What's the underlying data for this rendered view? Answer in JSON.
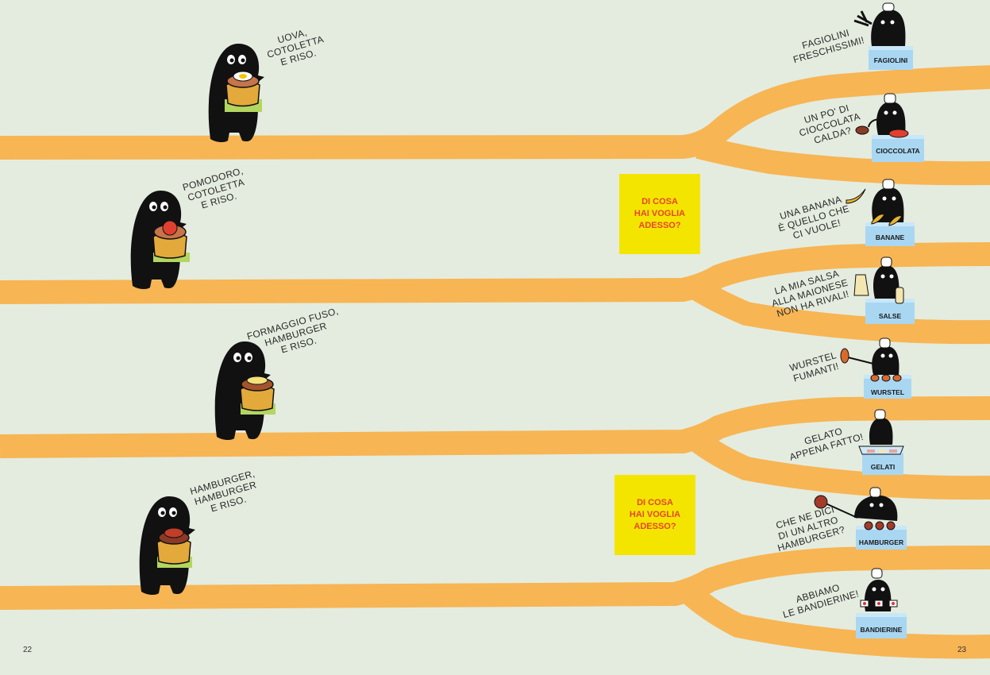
{
  "question": "DI COSA\nHAI VOGLIA\nADESSO?",
  "left_characters": [
    {
      "speech": "UOVA,\nCOTOLETTA\nE RISO."
    },
    {
      "speech": "POMODORO,\nCOTOLETTA\nE RISO."
    },
    {
      "speech": "FORMAGGIO FUSO,\nHAMBURGER\nE RISO."
    },
    {
      "speech": "HAMBURGER,\nHAMBURGER\nE RISO."
    }
  ],
  "shops": [
    {
      "label": "FAGIOLINI",
      "speech": "FAGIOLINI\nFRESCHISSIMI!"
    },
    {
      "label": "CIOCCOLATA",
      "speech": "UN PO' DI\nCIOCCOLATA\nCALDA?"
    },
    {
      "label": "BANANE",
      "speech": "UNA BANANA\nÈ QUELLO CHE\nCI VUOLE!"
    },
    {
      "label": "SALSE",
      "speech": "LA MIA SALSA\nALLA MAIONESE\nNON HA RIVALI!"
    },
    {
      "label": "WURSTEL",
      "speech": "WURSTEL\nFUMANTI!"
    },
    {
      "label": "GELATI",
      "speech": "GELATO\nAPPENA FATTO!"
    },
    {
      "label": "HAMBURGER",
      "speech": "CHE NE DICI\nDI UN ALTRO\nHAMBURGER?"
    },
    {
      "label": "BANDIERINE",
      "speech": "ABBIAMO\nLE BANDIERINE!"
    }
  ],
  "page_numbers": {
    "left": "22",
    "right": "23"
  },
  "colors": {
    "background": "#e4ecdf",
    "path": "#f7b554",
    "question_bg": "#f4e500",
    "question_text": "#e6452b",
    "stand": "#a9d7f2"
  }
}
